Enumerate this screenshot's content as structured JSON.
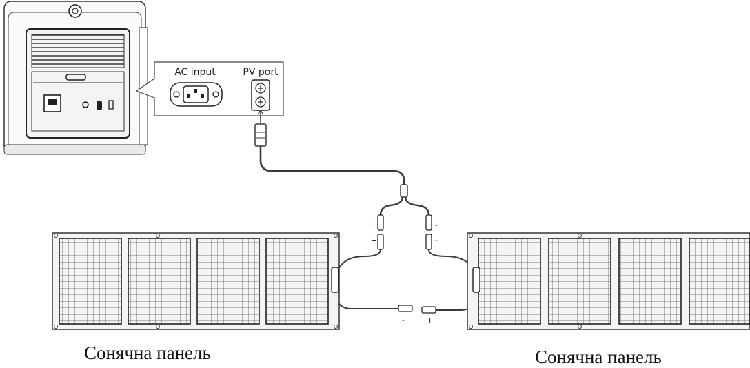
{
  "callout": {
    "ac_input_label": "AC input",
    "pv_port_label": "PV port"
  },
  "polarity": {
    "plus": "+",
    "minus": "-"
  },
  "captions": {
    "left_panel": "Сонячна панель",
    "right_panel": "Сонячна панель"
  },
  "colors": {
    "line": "#3a3a3a",
    "panel_fill": "#f4f4f4",
    "station_dark": "#2b2b2b"
  }
}
